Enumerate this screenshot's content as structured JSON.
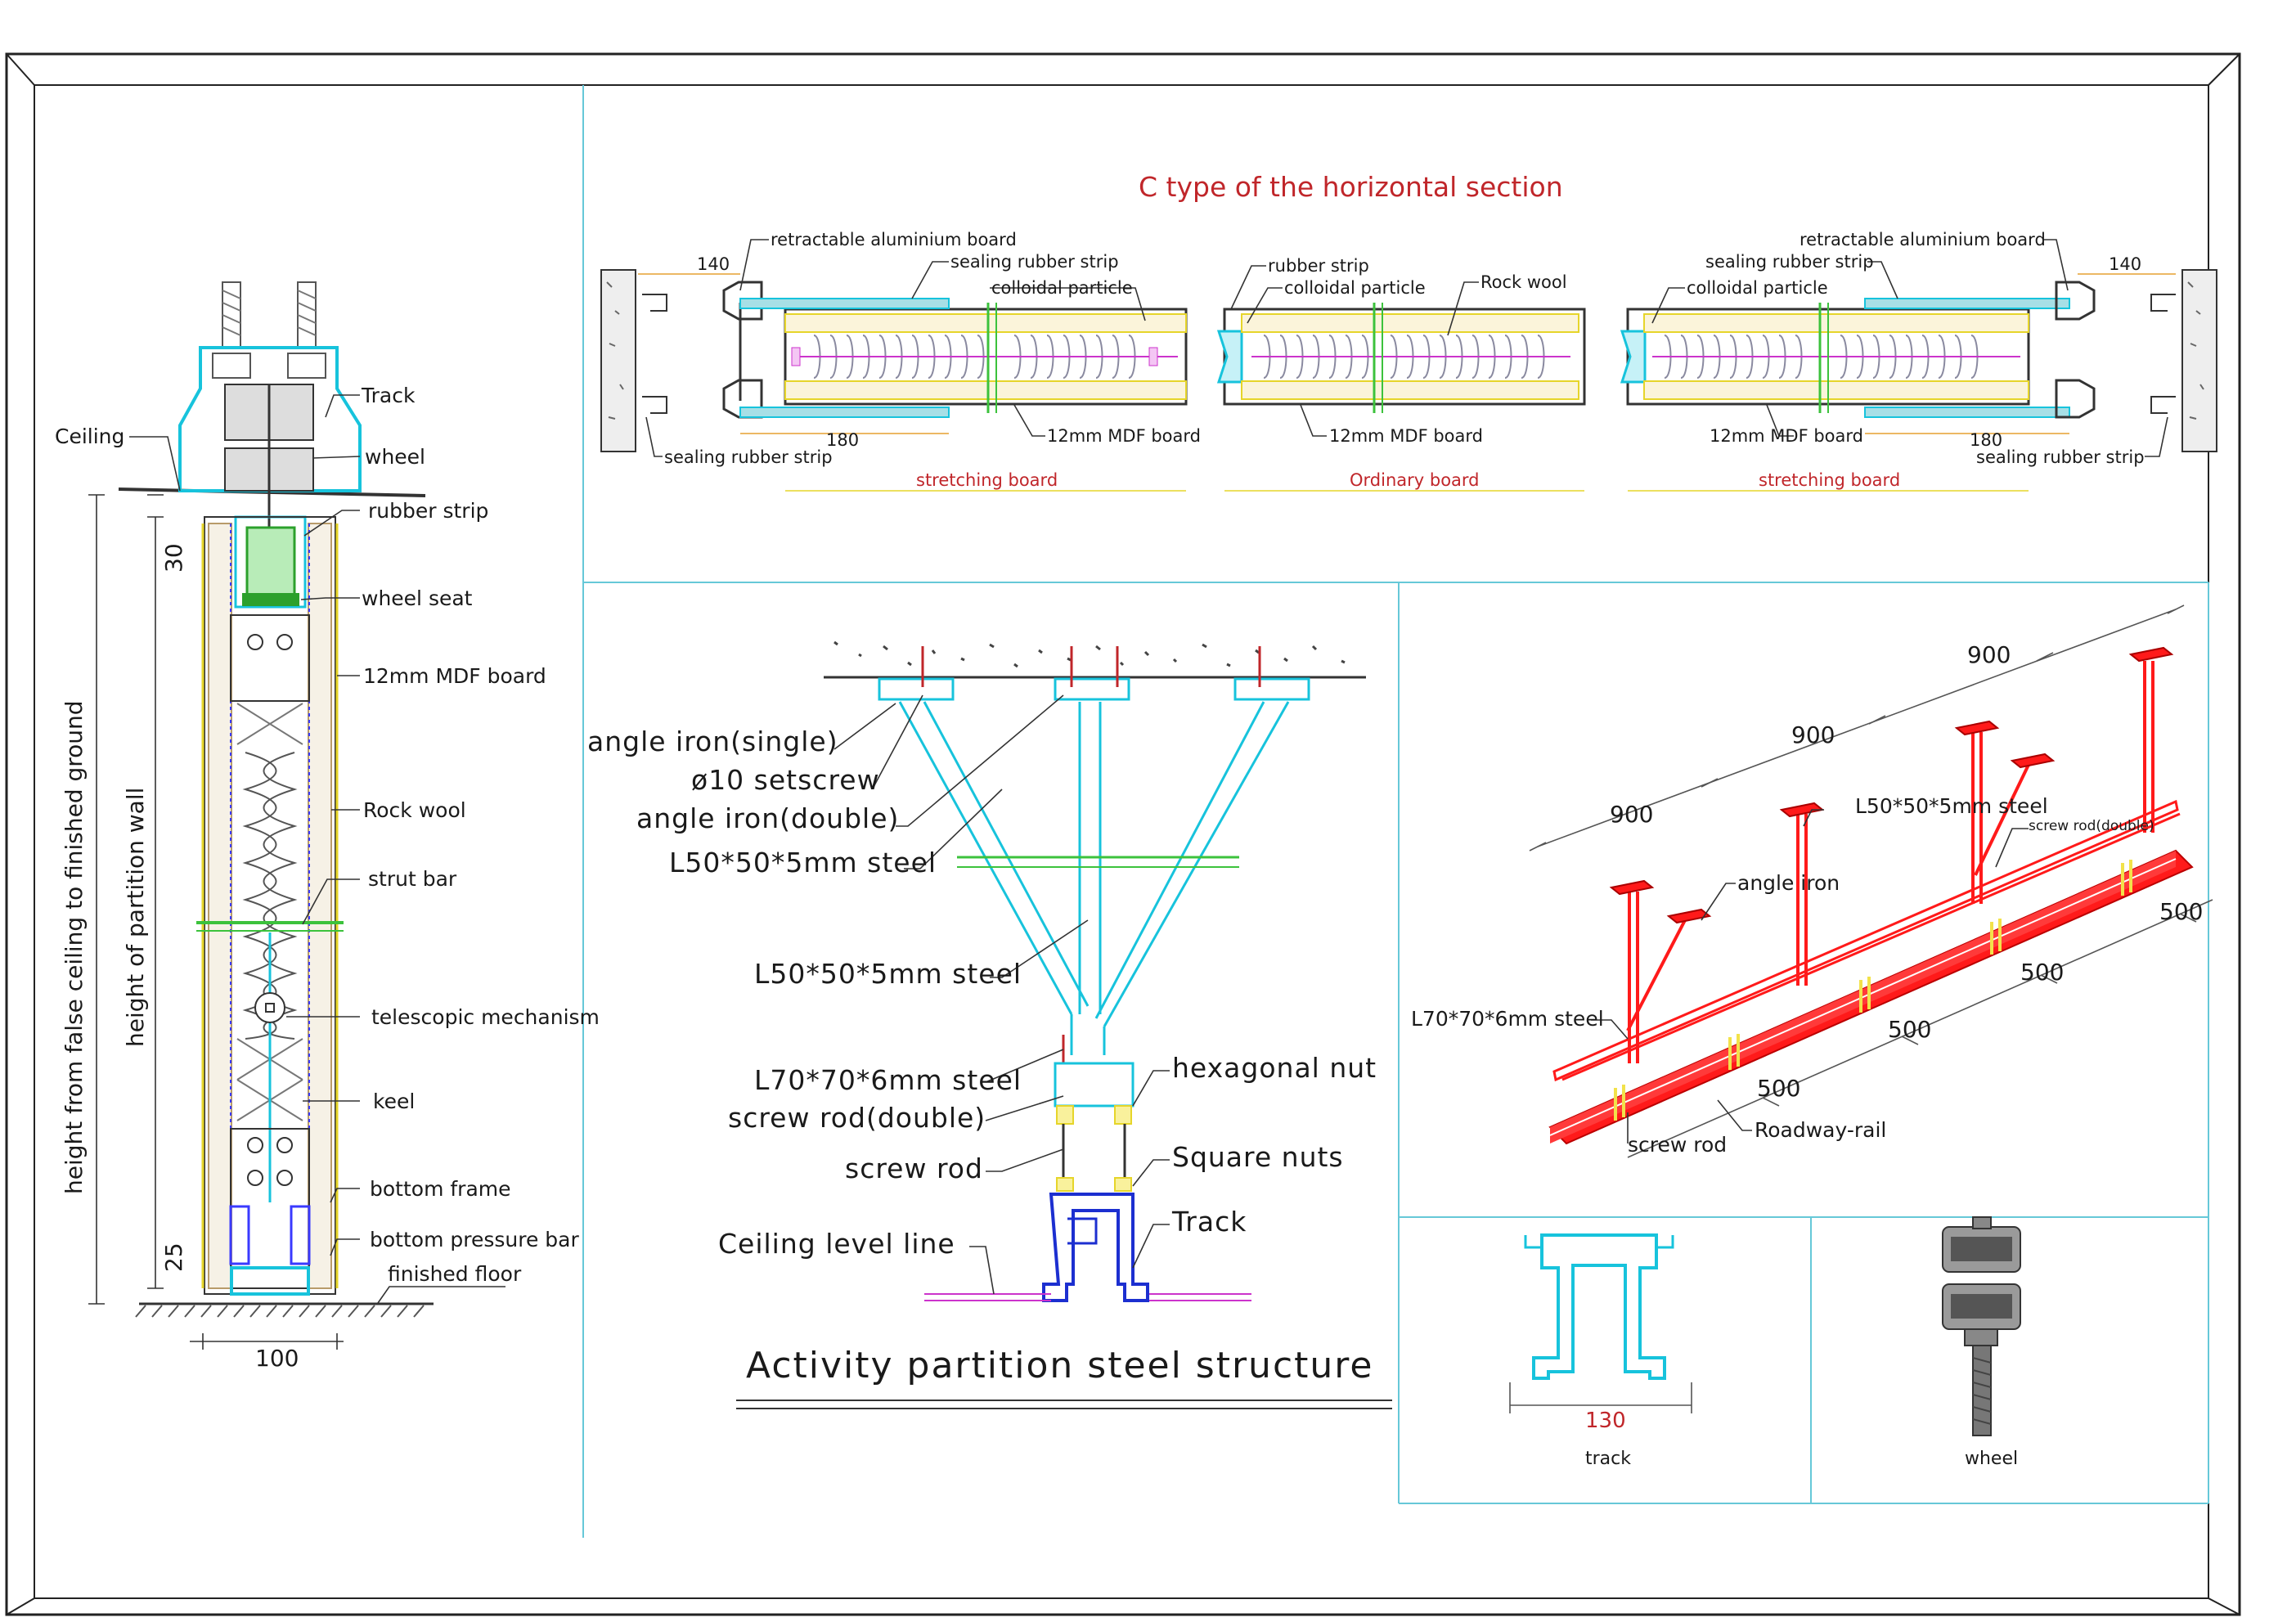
{
  "vertical_section": {
    "labels": {
      "ceiling": "Ceiling",
      "track": "Track",
      "wheel": "wheel",
      "rubber_strip": "rubber strip",
      "wheel_seat": "wheel seat",
      "mdf": "12mm MDF board",
      "rock_wool": "Rock wool",
      "strut_bar": "strut bar",
      "telescopic": "telescopic mechanism",
      "keel": "keel",
      "bottom_frame": "bottom frame",
      "bottom_pressure_bar": "bottom pressure bar",
      "finished_floor": "finished floor"
    },
    "dims": {
      "top": "30",
      "bottom": "25",
      "width": "100",
      "height_wall": "height of partition wall",
      "height_total": "height from false ceiling to finished ground"
    }
  },
  "horizontal_section": {
    "title": "C type of the horizontal section",
    "left": {
      "retractable": "retractable aluminium board",
      "sealing_top": "sealing rubber strip",
      "colloidal": "colloidal particle",
      "sealing_bottom": "sealing rubber strip",
      "mdf": "12mm MDF board",
      "dim_140": "140",
      "dim_180": "180",
      "board": "stretching board"
    },
    "middle": {
      "rubber_strip": "rubber strip",
      "colloidal": "colloidal particle",
      "rock_wool": "Rock wool",
      "mdf": "12mm MDF board",
      "board": "Ordinary board"
    },
    "right": {
      "retractable": "retractable aluminium board",
      "sealing_top": "sealing rubber strip",
      "colloidal": "colloidal particle",
      "mdf": "12mm MDF board",
      "sealing_bottom": "sealing rubber strip",
      "dim_140": "140",
      "dim_180": "180",
      "board": "stretching board"
    }
  },
  "steel_structure": {
    "title": "Activity partition steel structure",
    "labels": {
      "angle_single": "angle iron(single)",
      "setscrew": "ø10 setscrew",
      "angle_double": "angle iron(double)",
      "l50_a": "L50*50*5mm steel",
      "l50_b": "L50*50*5mm steel",
      "l70": "L70*70*6mm steel",
      "screw_rod_double": "screw rod(double)",
      "screw_rod": "screw rod",
      "ceiling_level": "Ceiling level line",
      "hex_nut": "hexagonal nut",
      "square_nuts": "Square nuts",
      "track": "Track"
    }
  },
  "isometric": {
    "labels": {
      "l50": "L50*50*5mm steel",
      "screw_rod_double": "screw rod(double)",
      "angle_iron": "angle iron",
      "l70": "L70*70*6mm steel",
      "screw_rod": "screw rod",
      "roadway_rail": "Roadway-rail"
    },
    "dims": {
      "d900_1": "900",
      "d900_2": "900",
      "d900_3": "900",
      "d500_1": "500",
      "d500_2": "500",
      "d500_3": "500",
      "d500_4": "500"
    }
  },
  "details": {
    "track_label": "track",
    "track_dim": "130",
    "wheel_label": "wheel"
  },
  "colors": {
    "frame": "#222222",
    "cyan": "#17c3dc",
    "red_steel": "#ff1a1a",
    "title_red": "#c0262a",
    "yellow": "#f2e24a",
    "navy_track": "#1c2fd0",
    "magenta": "#cc33cc"
  }
}
